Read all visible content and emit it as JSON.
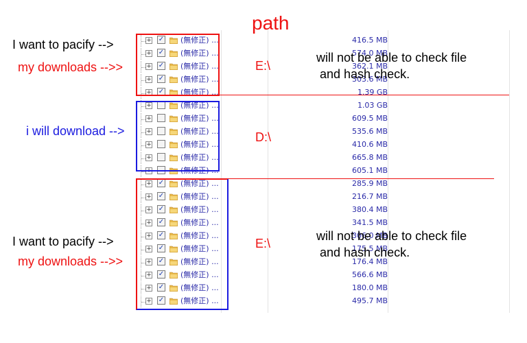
{
  "title": "path",
  "annotations": {
    "top_left": "I want to pacify -->",
    "top_left_red": "my downloads -->>",
    "middle_left_blue": "i will download -->",
    "bottom_left": "I want to pacify -->",
    "bottom_left_red": "my downloads -->>",
    "drive_top": "E:\\",
    "drive_middle": "D:\\",
    "drive_bottom": "E:\\",
    "note_top_line1": "will not be able to check file",
    "note_top_line2": "and hash check.",
    "note_bottom_line1": "will not be able to check file",
    "note_bottom_line2": "and hash check."
  },
  "colors": {
    "red": "#e11",
    "blue": "#1a1adf",
    "text_blue": "#2a2aa8"
  },
  "rows": [
    {
      "name": "(無修正) ...",
      "size": "416.5 MB",
      "checked": true
    },
    {
      "name": "(無修正) ...",
      "size": "574.0 MB",
      "checked": true
    },
    {
      "name": "(無修正) ...",
      "size": "362.1 MB",
      "checked": true
    },
    {
      "name": "(無修正) ...",
      "size": "303.6 MB",
      "checked": true
    },
    {
      "name": "(無修正) ...",
      "size": "1.39 GB",
      "checked": true
    },
    {
      "name": "(無修正) ...",
      "size": "1.03 GB",
      "checked": false
    },
    {
      "name": "(無修正) ...",
      "size": "609.5 MB",
      "checked": false
    },
    {
      "name": "(無修正) ...",
      "size": "535.6 MB",
      "checked": false
    },
    {
      "name": "(無修正) ...",
      "size": "410.6 MB",
      "checked": false
    },
    {
      "name": "(無修正) ...",
      "size": "665.8 MB",
      "checked": false
    },
    {
      "name": "(無修正) ...",
      "size": "605.1 MB",
      "checked": false
    },
    {
      "name": "(無修正) ...",
      "size": "285.9 MB",
      "checked": true
    },
    {
      "name": "(無修正) ...",
      "size": "216.7 MB",
      "checked": true
    },
    {
      "name": "(無修正) ...",
      "size": "380.4 MB",
      "checked": true
    },
    {
      "name": "(無修正) ...",
      "size": "341.5 MB",
      "checked": true
    },
    {
      "name": "(無修正) ...",
      "size": "306.0 MB",
      "checked": true
    },
    {
      "name": "(無修正) ...",
      "size": "175.5 MB",
      "checked": true
    },
    {
      "name": "(無修正) ...",
      "size": "176.4 MB",
      "checked": true
    },
    {
      "name": "(無修正) ...",
      "size": "566.6 MB",
      "checked": true
    },
    {
      "name": "(無修正) ...",
      "size": "180.0 MB",
      "checked": true
    },
    {
      "name": "(無修正) ...",
      "size": "495.7 MB",
      "checked": true
    }
  ]
}
